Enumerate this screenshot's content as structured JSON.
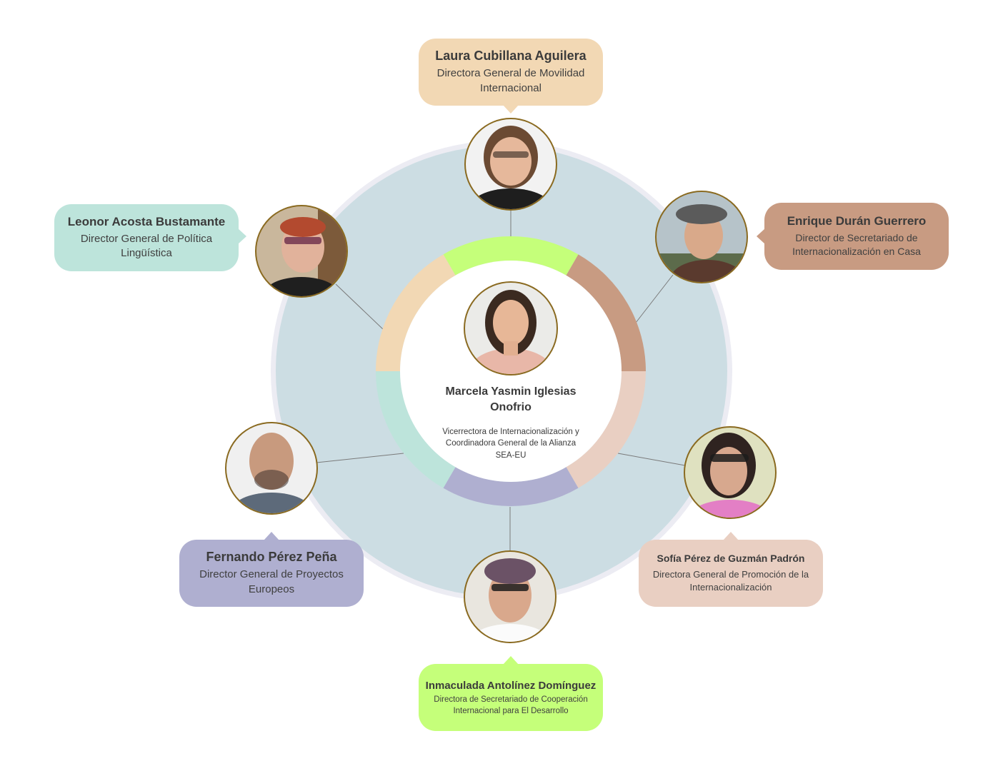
{
  "colors": {
    "outer_ring": "#ececf3",
    "outer_disc": "#ccdde3",
    "inner_disc": "#ffffff",
    "photo_border": "#8a6a20",
    "connector": "#7a7a7a"
  },
  "center": {
    "name": "Marcela Yasmin Iglesias Onofrio",
    "role": "Vicerrectora de Internacionalización y Coordinadora General de la Alianza SEA-EU",
    "photo_icon": "person-photo"
  },
  "members": [
    {
      "id": "laura",
      "name": "Laura Cubillana Aguilera",
      "role": "Directora General de Movilidad Internacional",
      "color": "#f2d8b4",
      "photo_icon": "person-photo"
    },
    {
      "id": "enrique",
      "name": "Enrique Durán Guerrero",
      "role": "Director de Secretariado de Internacionalización en Casa",
      "color": "#c89b82",
      "photo_icon": "person-photo"
    },
    {
      "id": "leonor",
      "name": "Leonor Acosta Bustamante",
      "role": "Director General de Política Lingüística",
      "color": "#bde4db",
      "photo_icon": "person-photo"
    },
    {
      "id": "fernando",
      "name": "Fernando Pérez Peña",
      "role": "Director General de Proyectos Europeos",
      "color": "#afafd0",
      "photo_icon": "person-photo"
    },
    {
      "id": "sofia",
      "name": "Sofía Pérez de Guzmán Padrón",
      "role": "Directora General de Promoción de la Internacionalización",
      "color": "#e9cfc2",
      "photo_icon": "person-photo"
    },
    {
      "id": "inmaculada",
      "name": "Inmaculada Antolínez Domínguez",
      "role": "Directora de Secretariado de Cooperación Internacional para El Desarrollo",
      "color": "#c5ff7a",
      "photo_icon": "person-photo"
    }
  ],
  "ring_segments": [
    {
      "member": "inmaculada",
      "color": "#c5ff7a"
    },
    {
      "member": "enrique",
      "color": "#c89b82"
    },
    {
      "member": "sofia",
      "color": "#e9cfc2"
    },
    {
      "member": "fernando",
      "color": "#afafd0"
    },
    {
      "member": "leonor",
      "color": "#bde4db"
    },
    {
      "member": "laura",
      "color": "#f2d8b4"
    }
  ]
}
